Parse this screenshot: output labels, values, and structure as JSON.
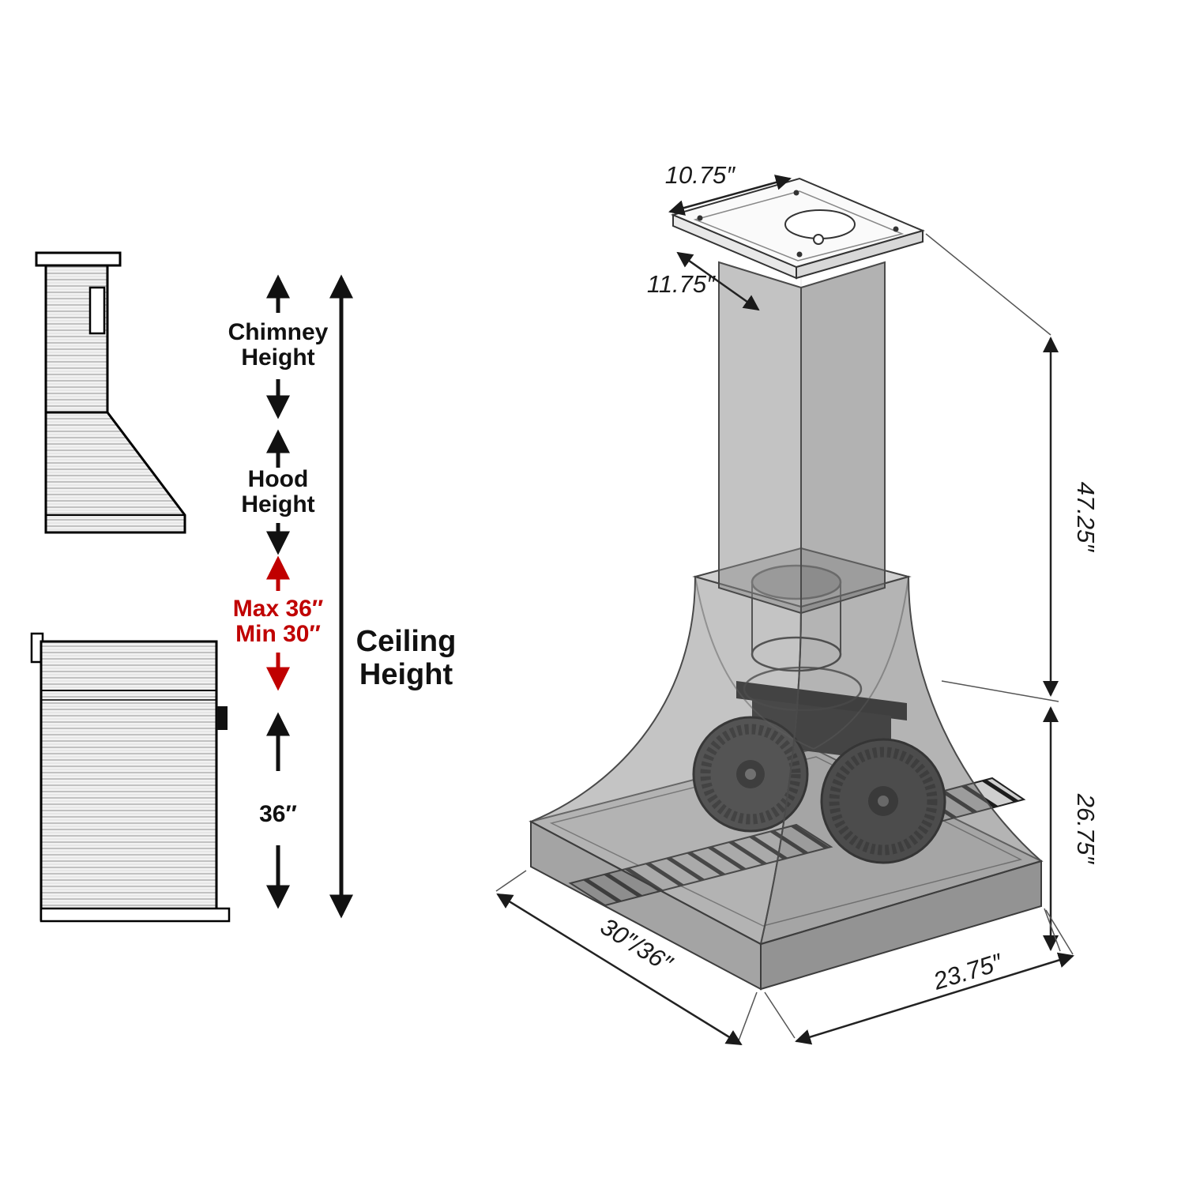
{
  "colors": {
    "accent_red": "#c00000",
    "ink": "#111111"
  },
  "left_panel": {
    "chimney_height": {
      "line1": "Chimney",
      "line2": "Height"
    },
    "hood_height": {
      "line1": "Hood",
      "line2": "Height"
    },
    "clearance_max": "Max 36″",
    "clearance_min": "Min 30″",
    "range_to_hood": "36″",
    "ceiling_height": {
      "line1": "Ceiling",
      "line2": "Height"
    }
  },
  "iso_panel": {
    "chimney_top_width": "10.75″",
    "chimney_top_depth": "11.75″",
    "chimney_section_height": "47.25″",
    "hood_section_height": "26.75″",
    "hood_width": "30″/36″",
    "hood_depth": "23.75″"
  }
}
